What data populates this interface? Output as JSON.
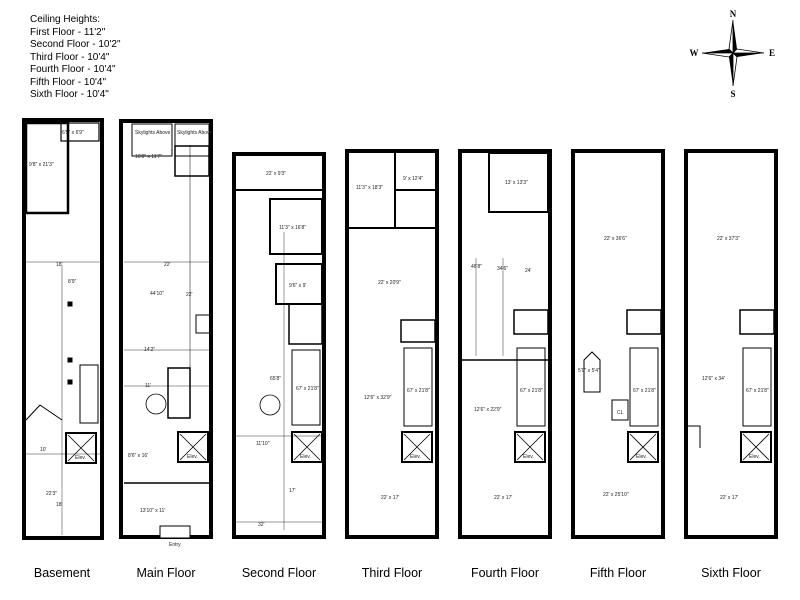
{
  "ceiling": {
    "title": "Ceiling Heights:",
    "lines": [
      "First Floor - 11'2\"",
      "Second Floor - 10'2\"",
      "Third Floor - 10'4\"",
      "Fourth Floor - 10'4\"",
      "Fifth Floor - 10'4\"",
      "Sixth Floor - 10'4\""
    ]
  },
  "compass": {
    "n": "N",
    "s": "S",
    "e": "E",
    "w": "W"
  },
  "floors": [
    {
      "id": "basement",
      "name": "Basement",
      "dims": [
        "6'5\" x 6'9\"",
        "9'8\" x 21'3\"",
        "18'",
        "8'9\"",
        "10'",
        "18'",
        "Elev.",
        "22'3\""
      ]
    },
    {
      "id": "main",
      "name": "Main Floor",
      "dims": [
        "10'8\" x 11'7\"",
        "Skylights Above",
        "Skylights Above",
        "22'",
        "14'2\"",
        "11'",
        "8'6\" x 16'",
        "13'10\" x 11'",
        "Elev.",
        "Entry",
        "44'10\"",
        "22'"
      ]
    },
    {
      "id": "second",
      "name": "Second Floor",
      "dims": [
        "22' x 9'3\"",
        "11'3\" x 16'8\"",
        "9'6\" x 9'",
        "11'10\"",
        "32'",
        "Elev.",
        "17'",
        "65'8\"",
        "67' x 21'8\""
      ]
    },
    {
      "id": "third",
      "name": "Third Floor",
      "dims": [
        "11'3\" x 18'3\"",
        "9' x 12'4\"",
        "22' x 20'9\"",
        "12'6\" x 32'9\"",
        "22' x 17'",
        "Elev.",
        "67' x 21'8\""
      ]
    },
    {
      "id": "fourth",
      "name": "Fourth Floor",
      "dims": [
        "13' x 13'3\"",
        "12'6\" x 22'9\"",
        "22' x 17'",
        "Elev.",
        "46'8\"",
        "34'6\"",
        "24'",
        "67' x 21'8\""
      ]
    },
    {
      "id": "fifth",
      "name": "Fifth Floor",
      "dims": [
        "22' x 36'6\"",
        "5'9\" x 5'4\"",
        "CL",
        "22' x 25'10\"",
        "Elev.",
        "67' x 21'8\""
      ]
    },
    {
      "id": "sixth",
      "name": "Sixth Floor",
      "dims": [
        "22' x 37'3\"",
        "12'6\" x 34'",
        "22' x 17'",
        "Elev.",
        "67' x 21'8\""
      ]
    }
  ]
}
